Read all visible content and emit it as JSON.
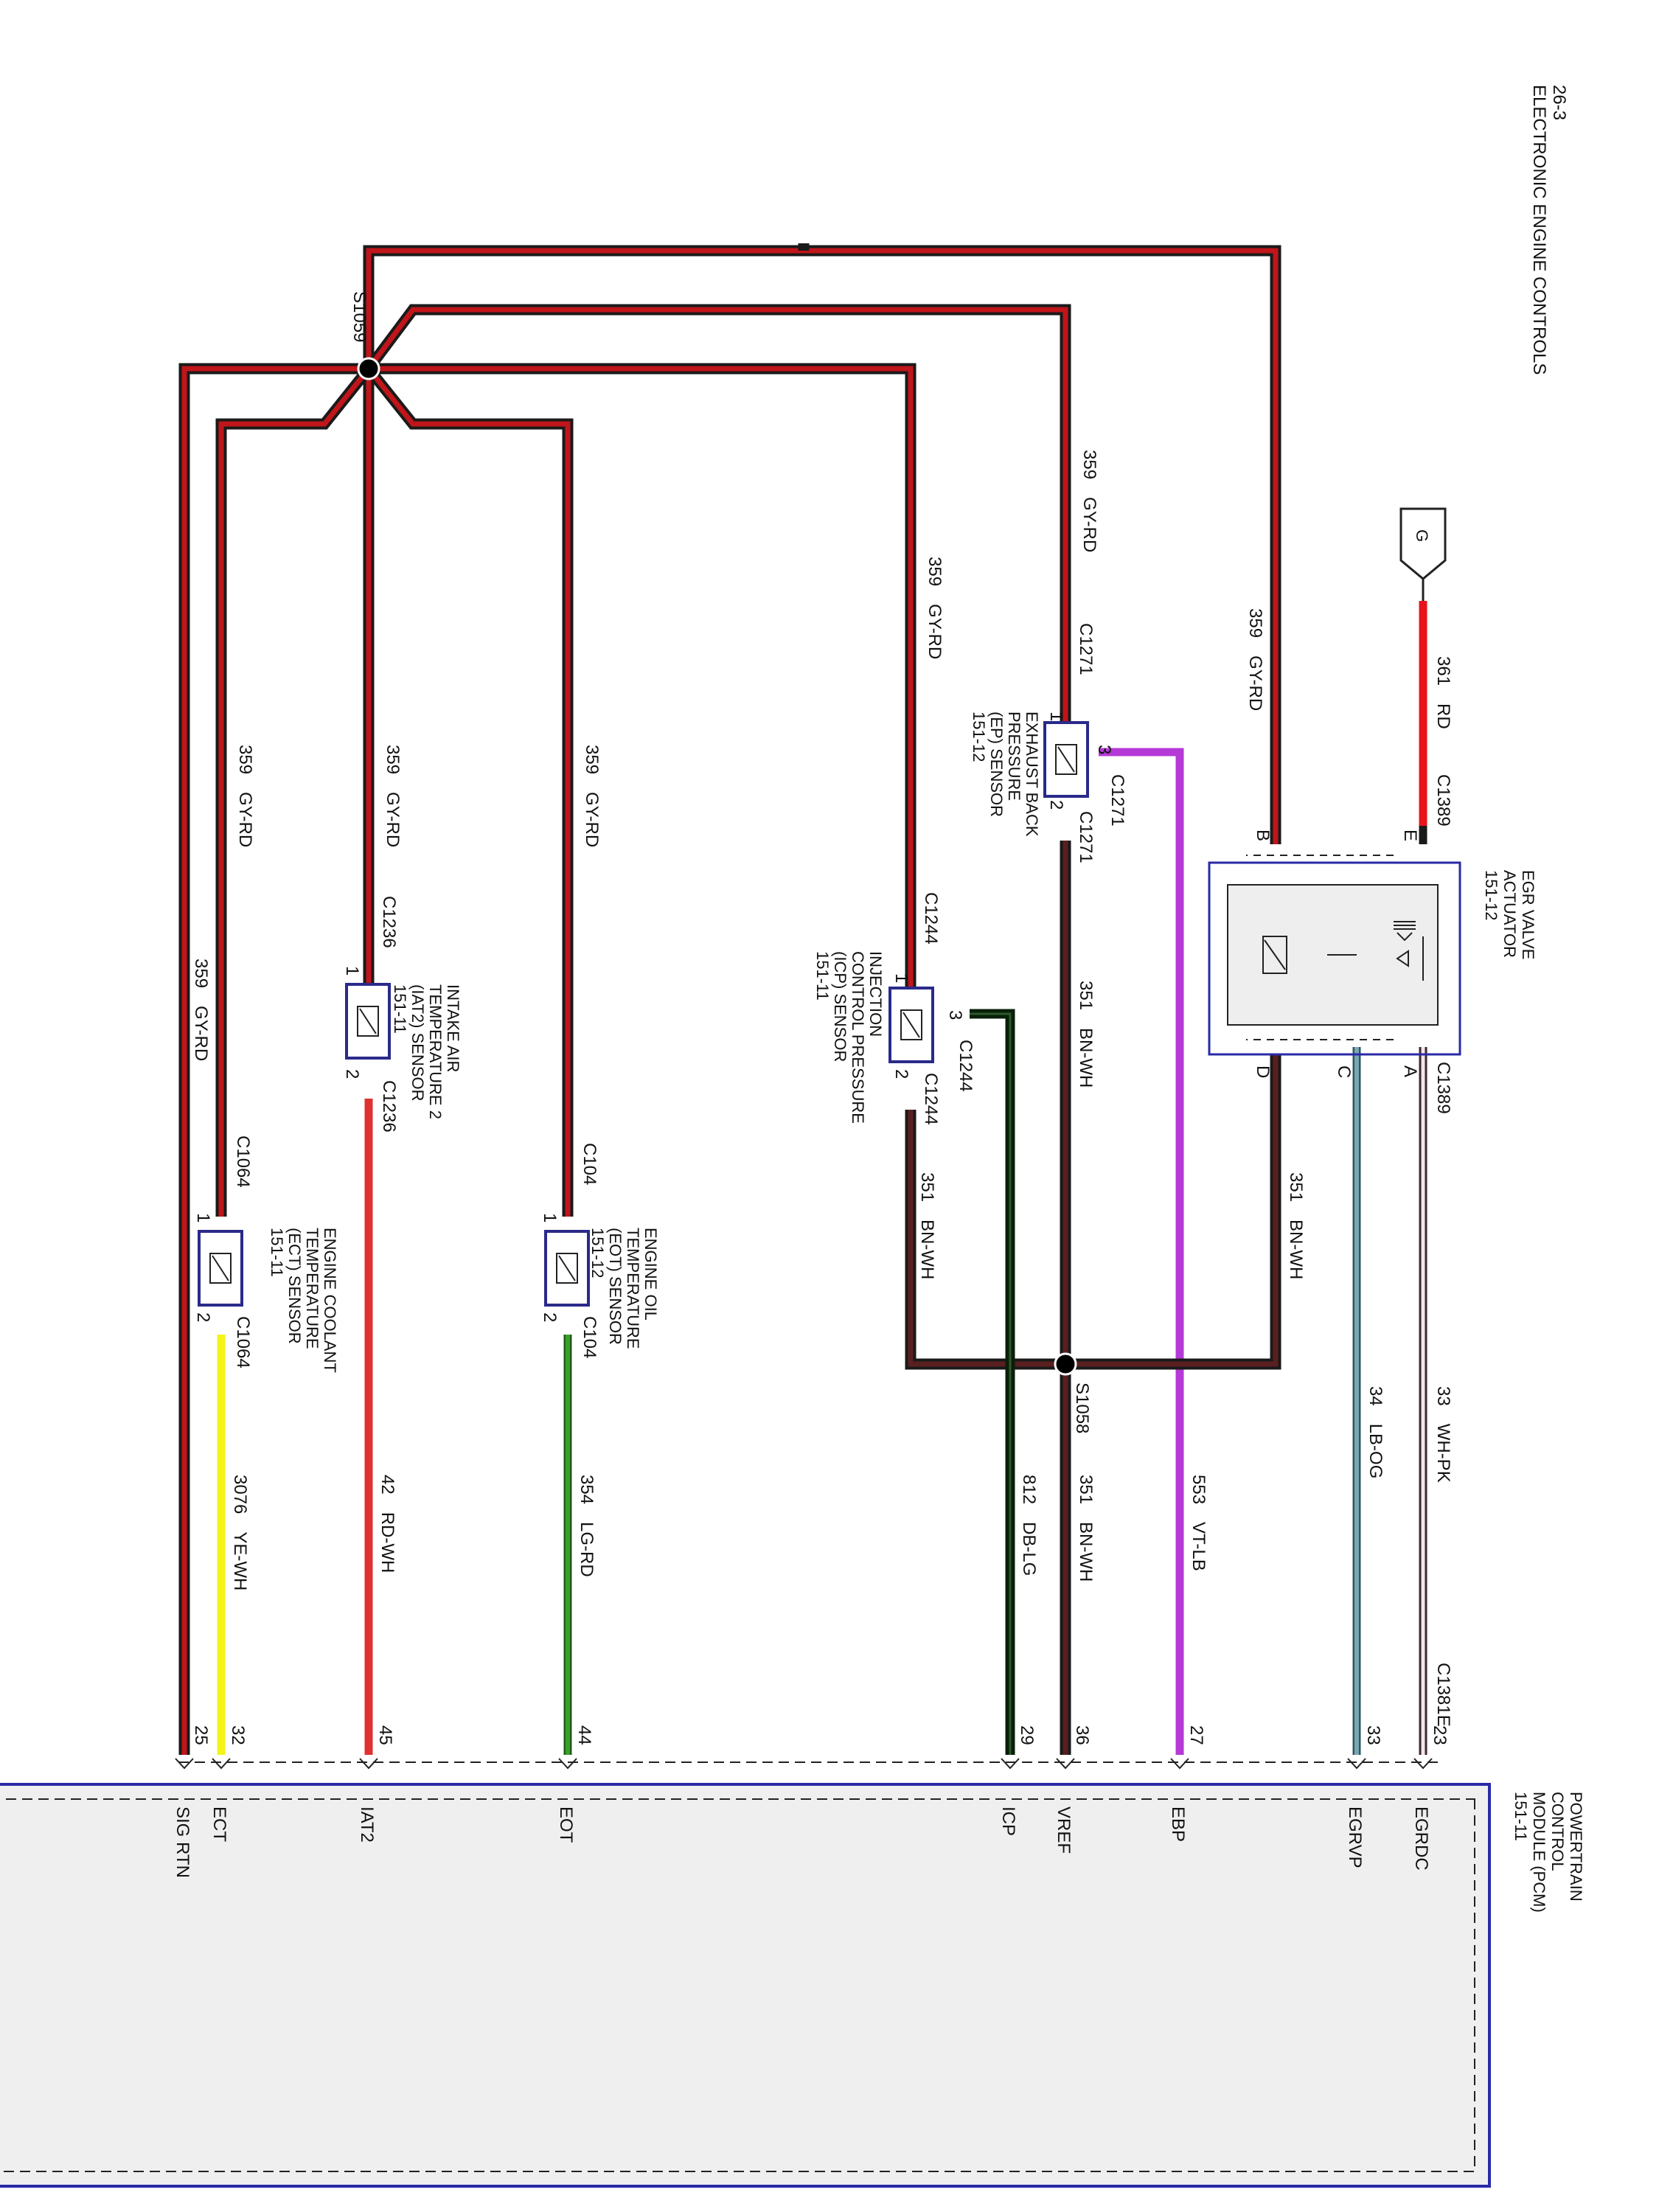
{
  "header": {
    "title": "ELECTRONIC ENGINE CONTROLS",
    "page_ref": "26-3"
  },
  "colors": {
    "gy_rd_core": "#c0151a",
    "gy_rd_outer": "#222222",
    "bn_wh_core": "#5a1f1f",
    "bn_wh_outer": "#1a1a1a",
    "red": "#e8141c",
    "wh_pk": "#f6e4ec",
    "lb_og": "#7aa6b4",
    "vt_lb": "#b539d6",
    "db_lg": "#0a1f0a",
    "lg_rd": "#3aa02c",
    "rd_wh": "#e03030",
    "ye_wh": "#f4f419",
    "module_border": "#2a2aa8",
    "sensor_border": "#2a2a8a"
  },
  "splices": {
    "s1059": "S1059",
    "s1058": "S1058"
  },
  "connectors": {
    "c1271": "C1271",
    "c1244": "C1244",
    "c1236": "C1236",
    "c104": "C104",
    "c1064": "C1064",
    "c1389": "C1389",
    "c1381e": "C1381E"
  },
  "power_source": {
    "label": "G"
  },
  "wires": {
    "w359": {
      "circuit": "359",
      "color": "GY-RD"
    },
    "w351": {
      "circuit": "351",
      "color": "BN-WH"
    },
    "w361": {
      "circuit": "361",
      "color": "RD"
    },
    "w33": {
      "circuit": "33",
      "color": "WH-PK"
    },
    "w34": {
      "circuit": "34",
      "color": "LB-OG"
    },
    "w553": {
      "circuit": "553",
      "color": "VT-LB"
    },
    "w812": {
      "circuit": "812",
      "color": "DB-LG"
    },
    "w354": {
      "circuit": "354",
      "color": "LG-RD"
    },
    "w42": {
      "circuit": "42",
      "color": "RD-WH"
    },
    "w3076": {
      "circuit": "3076",
      "color": "YE-WH"
    }
  },
  "components": {
    "egr": {
      "lines": [
        "EGR VALVE",
        "ACTUATOR",
        "151-12"
      ],
      "pins": [
        "E",
        "B",
        "A",
        "C",
        "D"
      ]
    },
    "ep_sensor": {
      "lines": [
        "EXHAUST BACK",
        "PRESSURE",
        "(EP) SENSOR",
        "151-12"
      ],
      "pins": [
        "1",
        "2",
        "3"
      ]
    },
    "icp_sensor": {
      "lines": [
        "INJECTION",
        "CONTROL PRESSURE",
        "(ICP) SENSOR",
        "151-11"
      ],
      "pins": [
        "1",
        "2",
        "3"
      ]
    },
    "iat2_sensor": {
      "lines": [
        "INTAKE AIR",
        "TEMPERATURE 2",
        "(IAT2) SENSOR",
        "151-11"
      ],
      "pins": [
        "1",
        "2"
      ]
    },
    "eot_sensor": {
      "lines": [
        "ENGINE OIL",
        "TEMPERATURE",
        "(EOT) SENSOR",
        "151-12"
      ],
      "pins": [
        "1",
        "2"
      ]
    },
    "ect_sensor": {
      "lines": [
        "ENGINE COOLANT",
        "TEMPERATURE",
        "(ECT) SENSOR",
        "151-11"
      ],
      "pins": [
        "1",
        "2"
      ]
    }
  },
  "pcm": {
    "lines": [
      "POWERTRAIN",
      "CONTROL",
      "MODULE (PCM)",
      "151-11"
    ],
    "pins": [
      {
        "num": "23",
        "label": "EGRDC"
      },
      {
        "num": "33",
        "label": "EGRVP"
      },
      {
        "num": "27",
        "label": "EBP"
      },
      {
        "num": "36",
        "label": "VREF"
      },
      {
        "num": "29",
        "label": "ICP"
      },
      {
        "num": "44",
        "label": "EOT"
      },
      {
        "num": "45",
        "label": "IAT2"
      },
      {
        "num": "32",
        "label": "ECT"
      },
      {
        "num": "25",
        "label": "SIG RTN"
      }
    ]
  }
}
